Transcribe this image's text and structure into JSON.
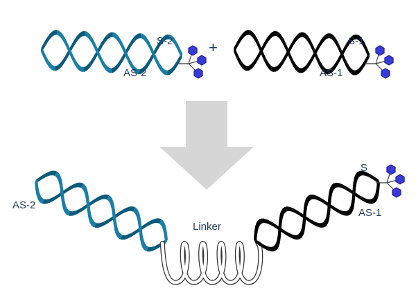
{
  "top": {
    "duplex_left": {
      "sense_label": "S-2",
      "antisense_label": "AS-2",
      "color": "#1a7fa6",
      "back_color": "#0d5a7a"
    },
    "operator": "+",
    "duplex_right": {
      "sense_label": "S-1",
      "antisense_label": "AS-1",
      "color": "#0a0a0a",
      "back_color": "#000000"
    }
  },
  "arrow": {
    "color": "#d6d6d6"
  },
  "bottom": {
    "left_label": "AS-2",
    "linker_label": "Linker",
    "right_sense_label": "S",
    "right_antisense_label": "AS-1"
  },
  "ligand": {
    "hexagon_fill": "#3a3ad6",
    "hexagon_stroke": "#15158a",
    "stem_color": "#444444"
  }
}
